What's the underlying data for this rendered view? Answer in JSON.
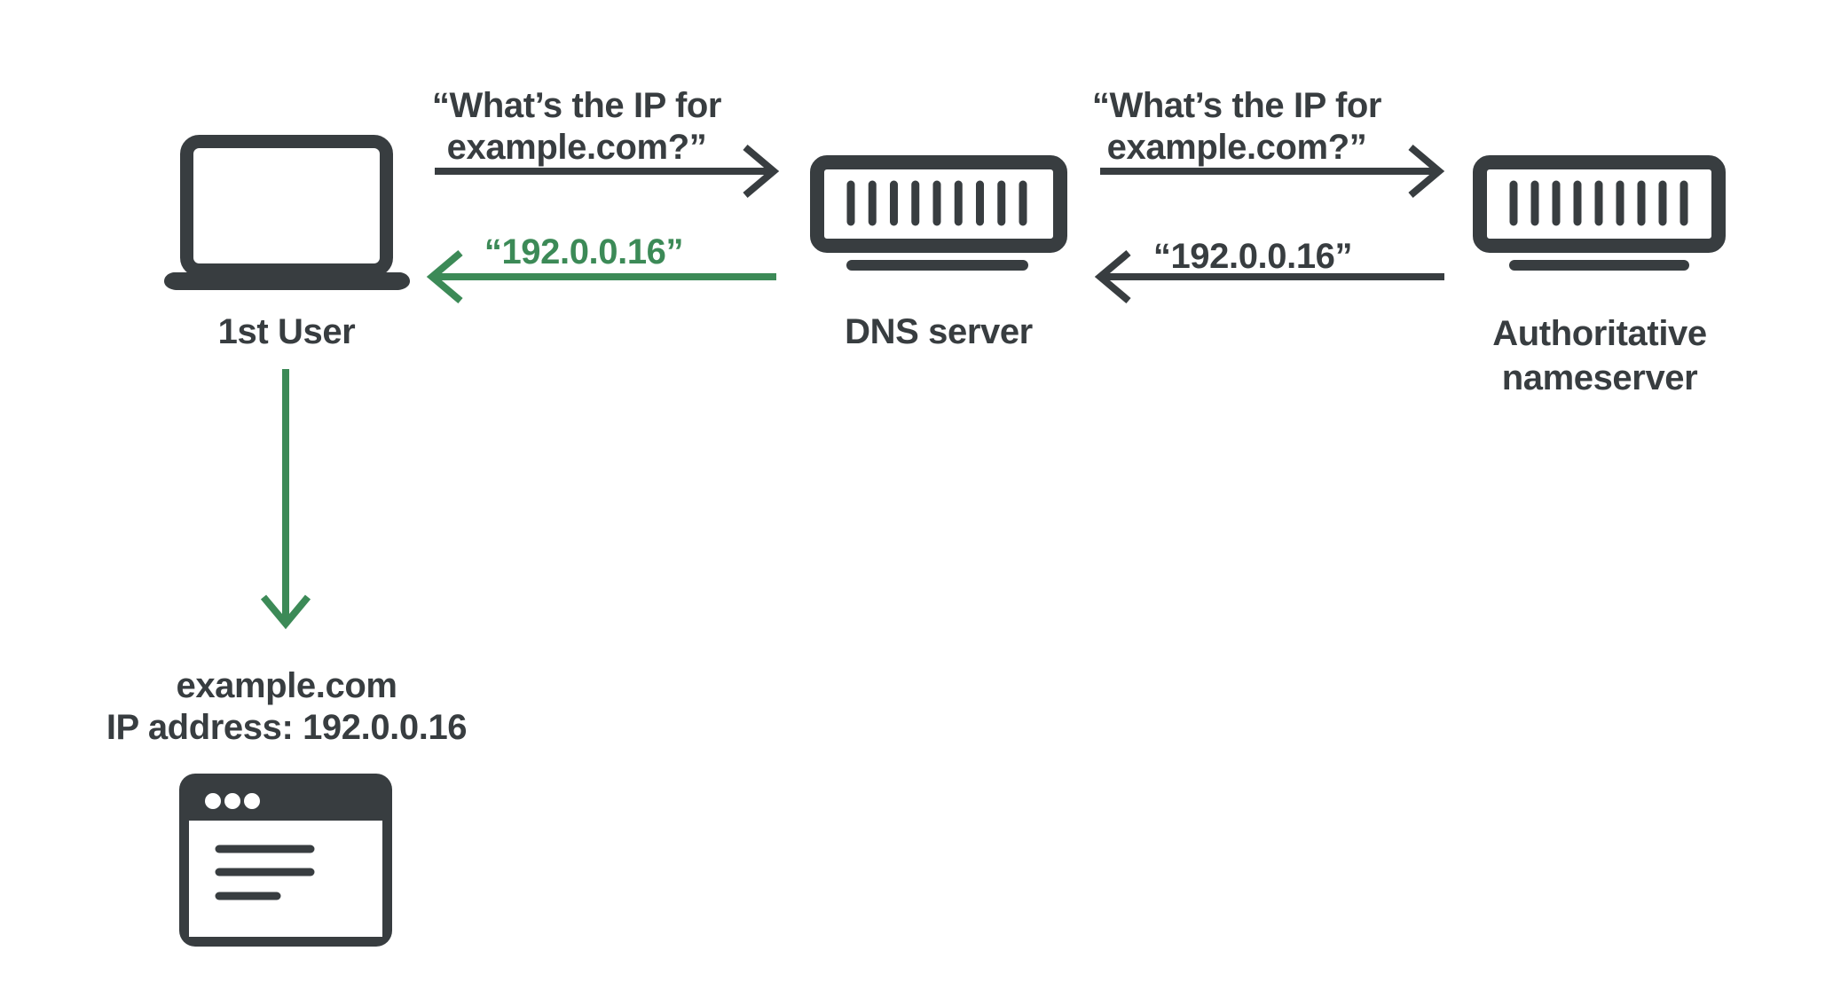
{
  "colors": {
    "dark": "#383D40",
    "green": "#3C8A57",
    "background": "#FFFFFF"
  },
  "nodes": {
    "user": {
      "label": "1st User",
      "icon": "laptop-icon"
    },
    "dns": {
      "label": "DNS server",
      "icon": "server-icon"
    },
    "auth": {
      "label_line1": "Authoritative",
      "label_line2": "nameserver",
      "icon": "server-icon"
    },
    "result": {
      "line1": "example.com",
      "line2": "IP address: 192.0.0.16",
      "icon": "browser-window-icon"
    }
  },
  "messages": {
    "query_user_to_dns": {
      "line1": "“What’s the IP for",
      "line2": "example.com?”"
    },
    "response_dns_to_user": {
      "text": "“192.0.0.16”"
    },
    "query_dns_to_auth": {
      "line1": "“What’s the IP for",
      "line2": "example.com?”"
    },
    "response_auth_to_dns": {
      "text": "“192.0.0.16”"
    }
  }
}
